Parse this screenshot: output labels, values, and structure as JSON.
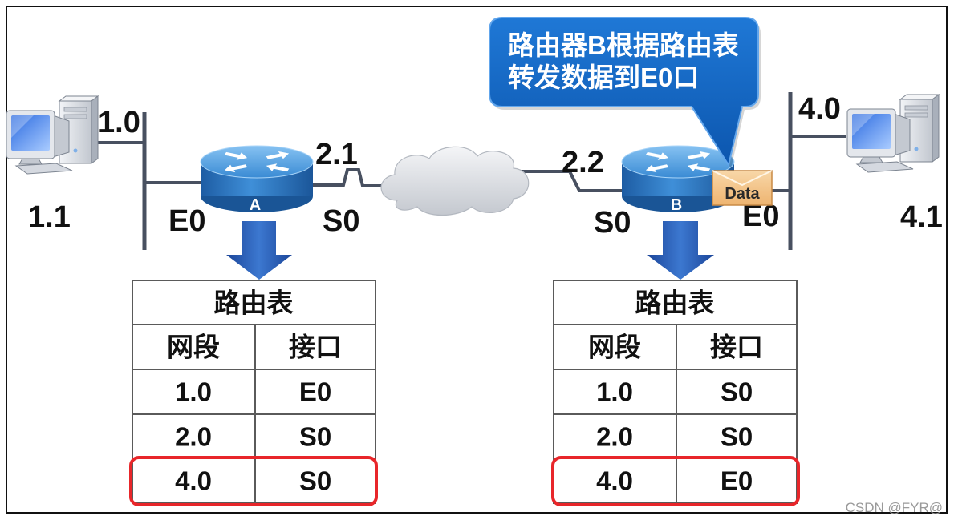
{
  "callout": {
    "lines": [
      "路由器B根据路由表",
      "转发数据到E0口"
    ]
  },
  "network": {
    "left_host": {
      "network": "1.0",
      "address": "1.1"
    },
    "router_a": {
      "name": "A",
      "lan_interface": "E0",
      "wan_interface": "S0",
      "wan_address": "2.1"
    },
    "router_b": {
      "name": "B",
      "lan_interface": "E0",
      "wan_interface": "S0",
      "wan_address": "2.2"
    },
    "right_host": {
      "network": "4.0",
      "address": "4.1"
    },
    "packet": {
      "label": "Data"
    }
  },
  "tables": {
    "a": {
      "title": "路由表",
      "headers": [
        "网段",
        "接口"
      ],
      "rows": [
        [
          "1.0",
          "E0"
        ],
        [
          "2.0",
          "S0"
        ],
        [
          "4.0",
          "S0"
        ]
      ],
      "highlighted_row": 2
    },
    "b": {
      "title": "路由表",
      "headers": [
        "网段",
        "接口"
      ],
      "rows": [
        [
          "1.0",
          "S0"
        ],
        [
          "2.0",
          "S0"
        ],
        [
          "4.0",
          "E0"
        ]
      ],
      "highlighted_row": 2
    }
  },
  "watermark": "CSDN @FYR@",
  "icons": {
    "host": "desktop-computer-icon",
    "router": "router-icon",
    "wan": "cloud-icon",
    "packet": "envelope-icon",
    "flow": "down-arrow-icon"
  },
  "colors": {
    "callout_fill": "#1769cc",
    "router_blue": "#3a8bd4",
    "arrow_blue": "#2a5fb8",
    "highlight_red": "#e8262a",
    "packet_fill": "#f3c48a",
    "line_color": "#485060"
  }
}
